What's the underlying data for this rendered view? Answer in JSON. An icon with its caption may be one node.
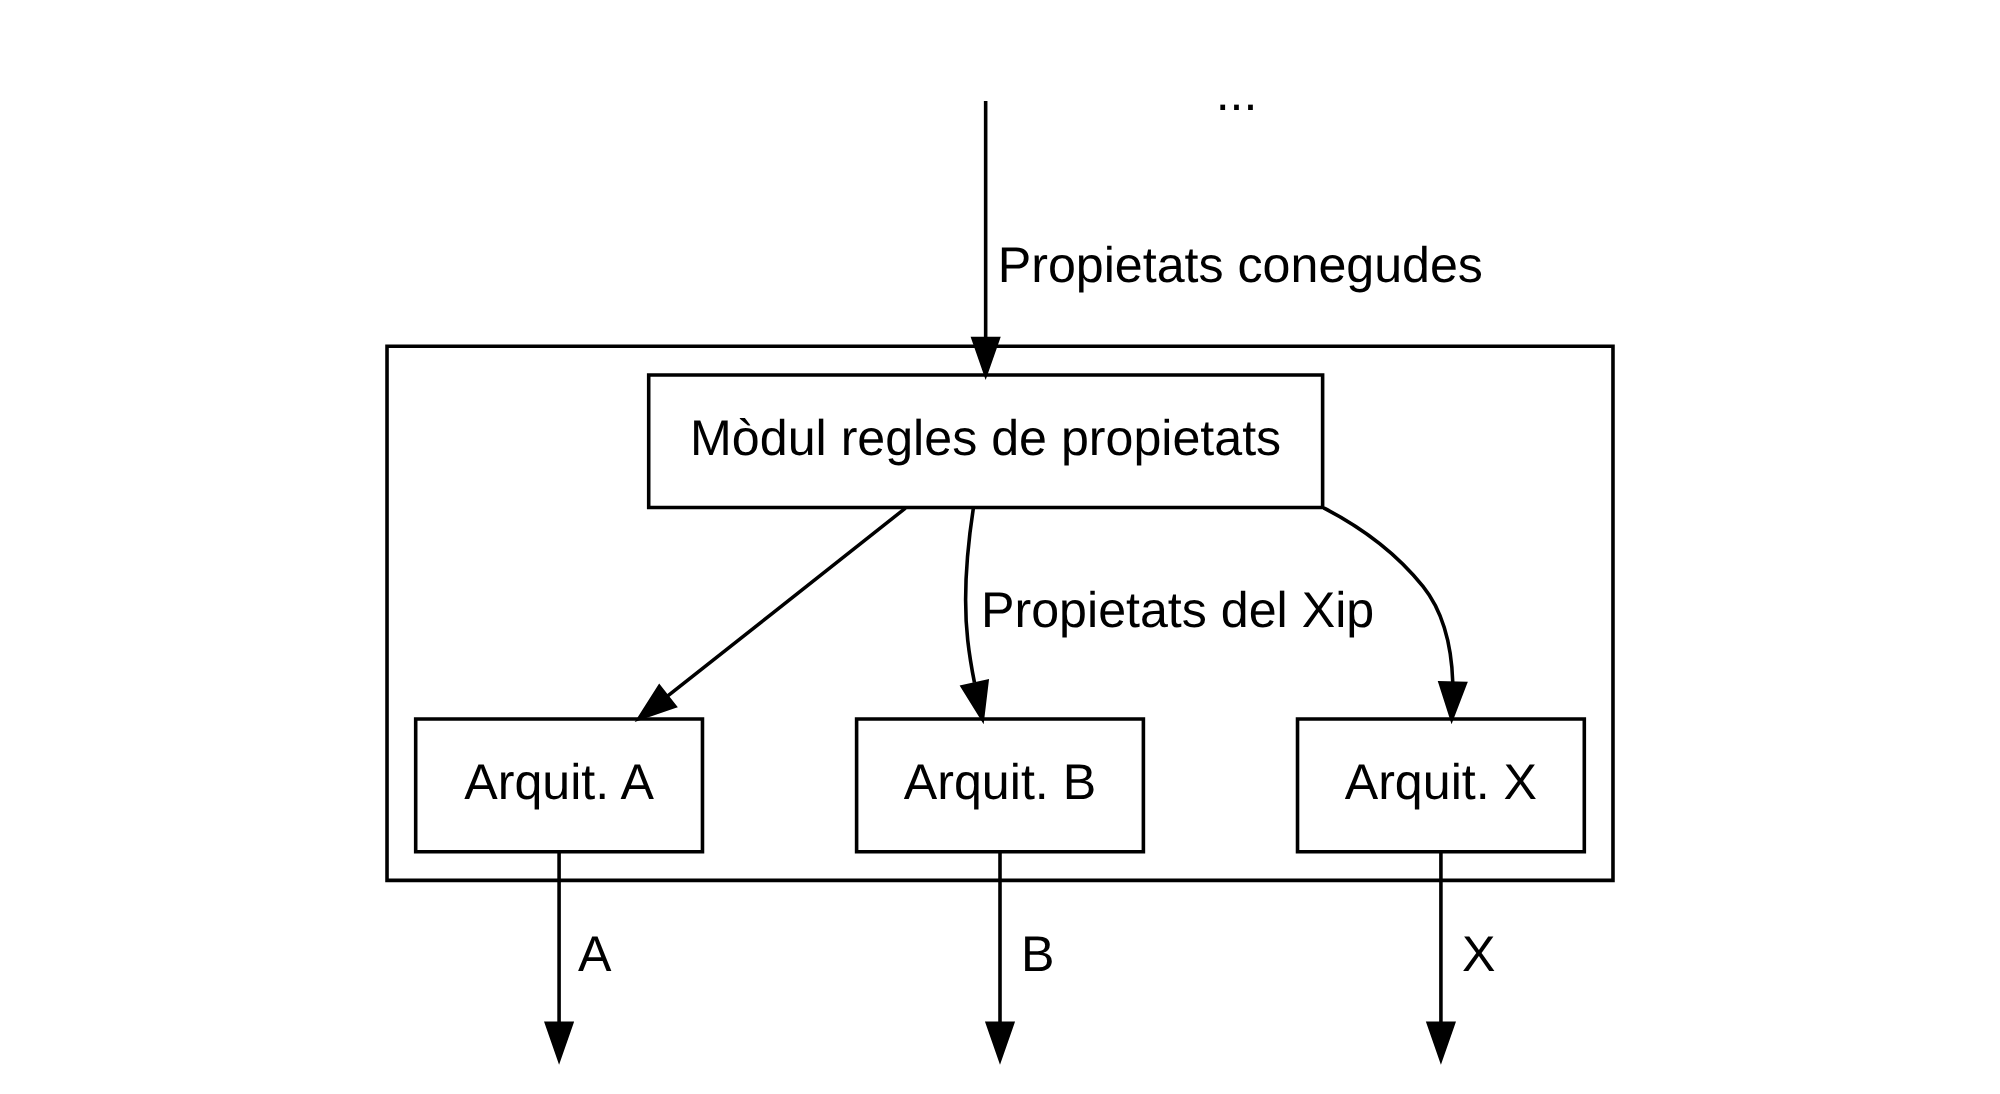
{
  "diagram": {
    "nodes": [
      {
        "text": [],
        "shape": "box"
      },
      {
        "text": [
          "Mòdul regles de propietats"
        ],
        "in": 0
      },
      {
        "text": [
          "Arquit. A"
        ],
        "in": 0
      },
      {
        "text": [
          "Arquit. B"
        ],
        "in": 0
      },
      {
        "text": [
          "Arquit. X"
        ],
        "in": 0
      }
    ],
    "edges": [
      {
        "from": null,
        "to": 1,
        "arrow": "to",
        "label": "Propietats conegudes"
      },
      {
        "from": 1,
        "to": 2,
        "arrow": "to"
      },
      {
        "from": 1,
        "to": 3,
        "arrow": "to",
        "label": "Propietats del Xip"
      },
      {
        "from": 1,
        "to": 4,
        "arrow": "to"
      },
      {
        "from": 2,
        "to": null,
        "arrow": "to",
        "label": "A"
      },
      {
        "from": 3,
        "to": null,
        "arrow": "to",
        "label": "B"
      },
      {
        "from": 4,
        "to": null,
        "arrow": "to",
        "label": "X"
      }
    ],
    "labels": [
      "..."
    ]
  }
}
